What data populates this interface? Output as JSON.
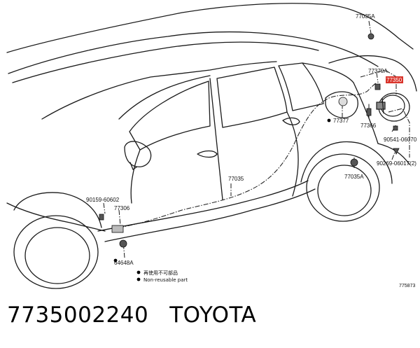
{
  "diagram": {
    "part_labels": {
      "p77035a_top": "77035A",
      "p77379a": "77379A",
      "p77350": "77350",
      "p77377": "77377",
      "p77366": "77366",
      "p90541": "90541-06070",
      "p90269": "90269-06017(2)",
      "p77035a_bottom": "77035A",
      "p77035": "77035",
      "p90159": "90159-60602",
      "p77306": "77306",
      "p64648a": "64648A"
    },
    "highlighted_part": "77350",
    "highlight_color": "#d9342b",
    "legend": {
      "item1": "再使用不可部品",
      "item2": "Non-reusable part"
    },
    "figure_id": "775873"
  },
  "caption": {
    "part_number": "7735002240",
    "brand": "TOYOTA"
  }
}
